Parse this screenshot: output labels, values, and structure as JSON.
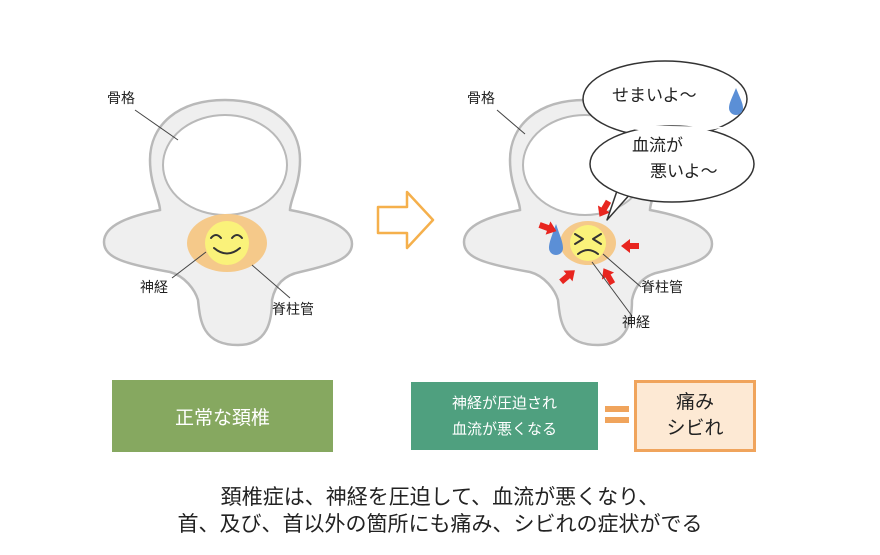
{
  "labels": {
    "skeleton": "骨格",
    "nerve": "神経",
    "spinal_canal": "脊柱管"
  },
  "bubble": {
    "line1": "せまいよ〜",
    "line2": "血流が",
    "line3": "悪いよ〜"
  },
  "boxes": {
    "normal": "正常な頚椎",
    "compressed_line1": "神経が圧迫され",
    "compressed_line2": "血流が悪くなる",
    "result_line1": "痛み",
    "result_line2": "シビれ"
  },
  "caption": {
    "line1": "頚椎症は、神経を圧迫して、血流が悪くなり、",
    "line2": "首、及び、首以外の箇所にも痛み、シビれの症状がでる"
  },
  "colors": {
    "bone_fill": "#efefef",
    "bone_stroke": "#b9b9b9",
    "canal_fill": "#f5c98a",
    "nerve_fill": "#faf27a",
    "pressure_arrow": "#e8251f",
    "tear_drop": "#5b8fd6",
    "transition_arrow": "#f5b04c"
  },
  "icons": [
    "smiling-nerve-face",
    "distressed-nerve-face",
    "tear-drop-icon",
    "pressure-arrow-icon",
    "right-arrow-icon"
  ]
}
